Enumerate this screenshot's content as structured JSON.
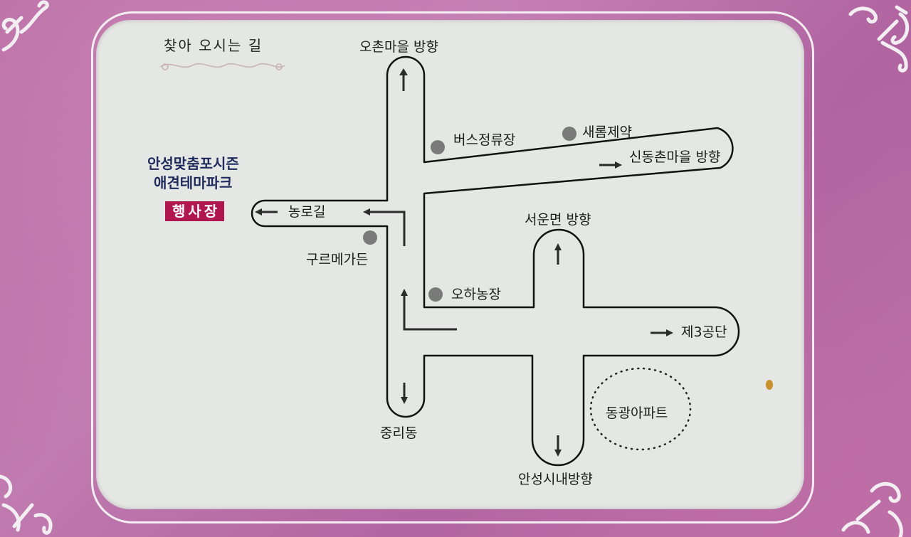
{
  "map": {
    "title": "찾아 오시는 길",
    "venue": {
      "name_line1": "안성맞춤포시즌",
      "name_line2": "애견테마파크",
      "badge": "행사장",
      "badge_color": "#b0174f",
      "name_color": "#1e2a5c"
    },
    "directions": {
      "north": "오촌마을 방향",
      "east_upper": "신동촌마을 방향",
      "west": "농로길",
      "north_east": "서운면 방향",
      "east_lower": "제3공단",
      "south": "중리동",
      "south_east": "안성시내방향"
    },
    "landmarks": {
      "bus_stop": "버스정류장",
      "pharmacy": "새롬제약",
      "restaurant": "구르메가든",
      "farm": "오하농장",
      "apartment": "동광아파트"
    },
    "colors": {
      "background": "#b4679d",
      "card": "#e4e7e4",
      "road_line": "#111111",
      "landmark_dot": "#7a7a7a"
    }
  }
}
